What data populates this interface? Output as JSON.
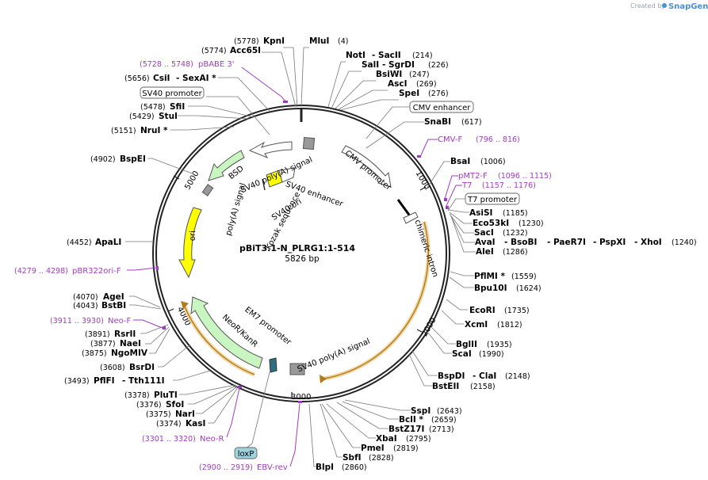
{
  "credit": {
    "created_by": "Created by",
    "brand": "SnapGene"
  },
  "map": {
    "name": "pBiT3.1-N_PLRG1:1-514",
    "length_label": "5826 bp",
    "length": 5826
  },
  "ticks": [
    "1000",
    "2000",
    "3000",
    "4000",
    "5000"
  ],
  "sites": [
    {
      "text": "(5778)",
      "bold": false
    },
    {
      "text": "KpnI",
      "bold": true
    },
    {
      "text": "MluI",
      "bold": true
    },
    {
      "text": "(4)",
      "bold": false
    },
    {
      "text": "(5774)",
      "bold": false
    },
    {
      "text": "Acc65I",
      "bold": true
    },
    {
      "text": "NotI",
      "bold": true
    },
    {
      "text": "- SacII",
      "bold": true
    },
    {
      "text": "(214)",
      "bold": false
    },
    {
      "text": "SalI",
      "bold": true
    },
    {
      "text": "- SgrDI",
      "bold": true
    },
    {
      "text": "(226)",
      "bold": false
    },
    {
      "text": "BsiWI",
      "bold": true
    },
    {
      "text": "(247)",
      "bold": false
    },
    {
      "text": "AscI",
      "bold": true
    },
    {
      "text": "(269)",
      "bold": false
    },
    {
      "text": "SpeI",
      "bold": true
    },
    {
      "text": "(276)",
      "bold": false
    },
    {
      "text": "(5656)",
      "bold": false
    },
    {
      "text": "CsiI",
      "bold": true
    },
    {
      "text": "- SexAI *",
      "bold": true
    },
    {
      "text": "(5478)",
      "bold": false
    },
    {
      "text": "SfiI",
      "bold": true
    },
    {
      "text": "(5429)",
      "bold": false
    },
    {
      "text": "StuI",
      "bold": true
    },
    {
      "text": "(5151)",
      "bold": false
    },
    {
      "text": "NruI *",
      "bold": true
    },
    {
      "text": "SnaBI",
      "bold": true
    },
    {
      "text": "(617)",
      "bold": false
    },
    {
      "text": "(4902)",
      "bold": false
    },
    {
      "text": "BspEI",
      "bold": true
    },
    {
      "text": "BsaI",
      "bold": true
    },
    {
      "text": "(1006)",
      "bold": false
    },
    {
      "text": "AsiSI",
      "bold": true
    },
    {
      "text": "(1185)",
      "bold": false
    },
    {
      "text": "Eco53kI",
      "bold": true
    },
    {
      "text": "(1230)",
      "bold": false
    },
    {
      "text": "SacI",
      "bold": true
    },
    {
      "text": "(1232)",
      "bold": false
    },
    {
      "text": "AvaI",
      "bold": true
    },
    {
      "text": "- BsoBI",
      "bold": true
    },
    {
      "text": "- PaeR7I",
      "bold": true
    },
    {
      "text": "- PspXI",
      "bold": true
    },
    {
      "text": "- XhoI",
      "bold": true
    },
    {
      "text": "(1240)",
      "bold": false
    },
    {
      "text": "AleI",
      "bold": true
    },
    {
      "text": "(1286)",
      "bold": false
    },
    {
      "text": "(4452)",
      "bold": false
    },
    {
      "text": "ApaLI",
      "bold": true
    },
    {
      "text": "PflMI *",
      "bold": true
    },
    {
      "text": "(1559)",
      "bold": false
    },
    {
      "text": "Bpu10I",
      "bold": true
    },
    {
      "text": "(1624)",
      "bold": false
    },
    {
      "text": "(4070)",
      "bold": false
    },
    {
      "text": "AgeI",
      "bold": true
    },
    {
      "text": "(4043)",
      "bold": false
    },
    {
      "text": "BstBI",
      "bold": true
    },
    {
      "text": "EcoRI",
      "bold": true
    },
    {
      "text": "(1735)",
      "bold": false
    },
    {
      "text": "XcmI",
      "bold": true
    },
    {
      "text": "(1812)",
      "bold": false
    },
    {
      "text": "(3891)",
      "bold": false
    },
    {
      "text": "RsrII",
      "bold": true
    },
    {
      "text": "(3877)",
      "bold": false
    },
    {
      "text": "NaeI",
      "bold": true
    },
    {
      "text": "(3875)",
      "bold": false
    },
    {
      "text": "NgoMIV",
      "bold": true
    },
    {
      "text": "BglII",
      "bold": true
    },
    {
      "text": "(1935)",
      "bold": false
    },
    {
      "text": "ScaI",
      "bold": true
    },
    {
      "text": "(1990)",
      "bold": false
    },
    {
      "text": "(3608)",
      "bold": false
    },
    {
      "text": "BsrDI",
      "bold": true
    },
    {
      "text": "BspDI",
      "bold": true
    },
    {
      "text": "- ClaI",
      "bold": true
    },
    {
      "text": "(2148)",
      "bold": false
    },
    {
      "text": "(3493)",
      "bold": false
    },
    {
      "text": "PflFI",
      "bold": true
    },
    {
      "text": "- Tth111I",
      "bold": true
    },
    {
      "text": "BstEII",
      "bold": true
    },
    {
      "text": "(2158)",
      "bold": false
    },
    {
      "text": "(3378)",
      "bold": false
    },
    {
      "text": "PluTI",
      "bold": true
    },
    {
      "text": "(3376)",
      "bold": false
    },
    {
      "text": "SfoI",
      "bold": true
    },
    {
      "text": "(3375)",
      "bold": false
    },
    {
      "text": "NarI",
      "bold": true
    },
    {
      "text": "(3374)",
      "bold": false
    },
    {
      "text": "KasI",
      "bold": true
    },
    {
      "text": "SspI",
      "bold": true
    },
    {
      "text": "(2643)",
      "bold": false
    },
    {
      "text": "BclI *",
      "bold": true
    },
    {
      "text": "(2659)",
      "bold": false
    },
    {
      "text": "BstZ17I",
      "bold": true
    },
    {
      "text": "(2713)",
      "bold": false
    },
    {
      "text": "XbaI",
      "bold": true
    },
    {
      "text": "(2795)",
      "bold": false
    },
    {
      "text": "PmeI",
      "bold": true
    },
    {
      "text": "(2819)",
      "bold": false
    },
    {
      "text": "SbfI",
      "bold": true
    },
    {
      "text": "(2828)",
      "bold": false
    },
    {
      "text": "BlpI",
      "bold": true
    },
    {
      "text": "(2860)",
      "bold": false
    }
  ],
  "primers": [
    {
      "range": "(5728 .. 5748)",
      "name": "pBABE 3'"
    },
    {
      "range": "(796 .. 816)",
      "name": "CMV-F"
    },
    {
      "range": "(1096 .. 1115)",
      "name": "pMT2-F"
    },
    {
      "range": "(1157 .. 1176)",
      "name": "T7"
    },
    {
      "range": "(4279 .. 4298)",
      "name": "pBR322ori-F"
    },
    {
      "range": "(3911 .. 3930)",
      "name": "Neo-F"
    },
    {
      "range": "(3301 .. 3320)",
      "name": "Neo-R"
    },
    {
      "range": "(2900 .. 2919)",
      "name": "EBV-rev"
    }
  ],
  "boxed_features": [
    "SV40 promoter",
    "CMV enhancer",
    "T7 promoter",
    "loxP"
  ],
  "features": [
    "BSD",
    "SV40 poly(A) signal",
    "CMV promoter",
    "SV40 enhancer",
    "SV40 ori",
    "Kozak sequence",
    "poly(A) signal",
    "ori",
    "chimeric intron",
    "EM7 promoter",
    "NeoR/KanR",
    "SV40 poly(A) signal"
  ],
  "colors": {
    "backbone": "#222222",
    "resistance": "#c8f5c0",
    "ori": "#ffff00",
    "promoter": "#ffffff",
    "orf": "#f2a93b",
    "primer": "#a03bbf",
    "terminator": "#999999",
    "loxp": "#9fd3e0"
  }
}
